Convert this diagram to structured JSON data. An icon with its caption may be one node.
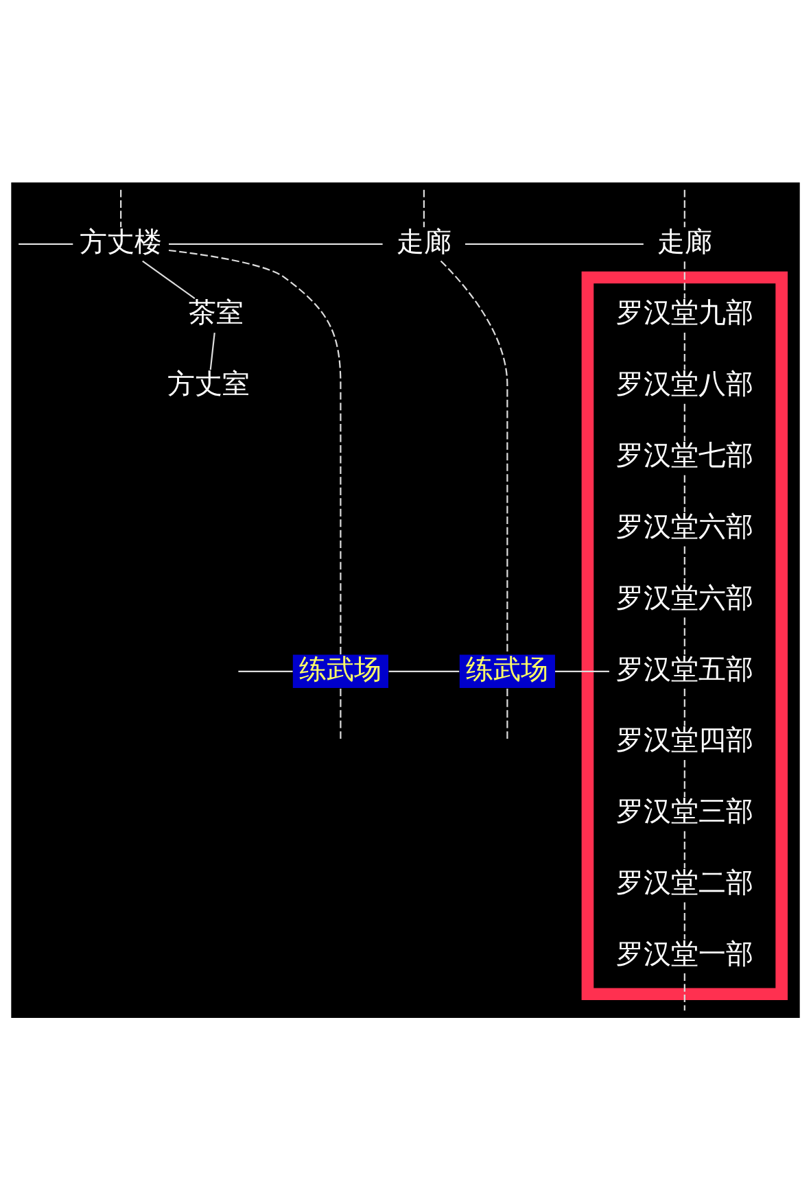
{
  "diagram": {
    "nodes": [
      {
        "text": [
          "方丈楼"
        ]
      },
      {
        "text": [
          "走廊"
        ]
      },
      {
        "text": [
          "走廊"
        ]
      },
      {
        "text": [
          "茶室"
        ]
      },
      {
        "text": [
          "方丈室"
        ]
      },
      {
        "text": [],
        "shape": "box"
      },
      {
        "text": [
          "罗汉堂九部"
        ],
        "in": 5
      },
      {
        "text": [
          "罗汉堂八部"
        ],
        "in": 5
      },
      {
        "text": [
          "罗汉堂七部"
        ],
        "in": 5
      },
      {
        "text": [
          "罗汉堂六部"
        ],
        "in": 5
      },
      {
        "text": [
          "罗汉堂六部"
        ],
        "in": 5
      },
      {
        "text": [
          "练武场"
        ]
      },
      {
        "text": [
          "练武场"
        ]
      },
      {
        "text": [
          "罗汉堂五部"
        ],
        "in": 5
      },
      {
        "text": [
          "罗汉堂四部"
        ],
        "in": 5
      },
      {
        "text": [
          "罗汉堂三部"
        ],
        "in": 5
      },
      {
        "text": [
          "罗汉堂二部"
        ],
        "in": 5
      },
      {
        "text": [
          "罗汉堂一部"
        ],
        "in": 5
      }
    ],
    "edges": [
      {
        "from": null,
        "to": 0,
        "arrow": "none"
      },
      {
        "from": null,
        "to": 0,
        "arrow": "none",
        "style": "dashed"
      },
      {
        "from": null,
        "to": 1,
        "arrow": "none",
        "style": "dashed"
      },
      {
        "from": null,
        "to": 2,
        "arrow": "none",
        "style": "dashed"
      },
      {
        "from": 0,
        "to": 1,
        "arrow": "none"
      },
      {
        "from": 1,
        "to": 2,
        "arrow": "none"
      },
      {
        "from": 0,
        "to": 3,
        "arrow": "none"
      },
      {
        "from": 3,
        "to": 4,
        "arrow": "none"
      },
      {
        "from": 2,
        "to": 6,
        "arrow": "none",
        "style": "dashed"
      },
      {
        "from": 6,
        "to": 7,
        "arrow": "none",
        "style": "dashed"
      },
      {
        "from": 7,
        "to": 8,
        "arrow": "none",
        "style": "dashed"
      },
      {
        "from": 8,
        "to": 9,
        "arrow": "none",
        "style": "dashed"
      },
      {
        "from": 9,
        "to": 10,
        "arrow": "none",
        "style": "dashed"
      },
      {
        "from": 10,
        "to": 13,
        "arrow": "none",
        "style": "dashed"
      },
      {
        "from": 0,
        "to": 11,
        "arrow": "none",
        "style": "dashed"
      },
      {
        "from": 1,
        "to": 12,
        "arrow": "none",
        "style": "dashed"
      },
      {
        "from": null,
        "to": 11,
        "arrow": "none"
      },
      {
        "from": 11,
        "to": 12,
        "arrow": "none"
      },
      {
        "from": 12,
        "to": 13,
        "arrow": "none"
      },
      {
        "from": 13,
        "to": 14,
        "arrow": "none",
        "style": "dashed"
      },
      {
        "from": 14,
        "to": 15,
        "arrow": "none",
        "style": "dashed"
      },
      {
        "from": 15,
        "to": 16,
        "arrow": "none",
        "style": "dashed"
      },
      {
        "from": 16,
        "to": 17,
        "arrow": "none",
        "style": "dashed"
      },
      {
        "from": 11,
        "to": null,
        "arrow": "none",
        "style": "dashed"
      },
      {
        "from": 12,
        "to": null,
        "arrow": "none",
        "style": "dashed"
      },
      {
        "from": 17,
        "to": null,
        "arrow": "none",
        "style": "dashed"
      }
    ]
  }
}
